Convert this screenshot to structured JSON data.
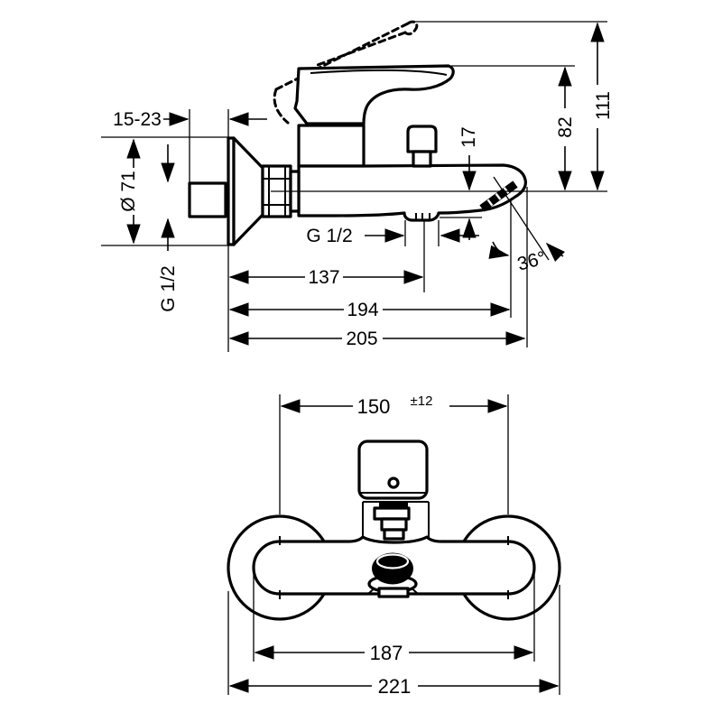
{
  "drawing": {
    "side_view": {
      "wall_depth": "15-23",
      "escutcheon_diameter": "Ø 71",
      "inlet_thread": "G 1/2",
      "outlet_thread": "G 1/2",
      "spout_drop": "17",
      "handle_height": "82",
      "total_height": "111",
      "shower_outlet_distance": "137",
      "spout_reach": "194",
      "total_reach": "205",
      "aerator_angle": "36°"
    },
    "front_view": {
      "connection_distance": "150",
      "connection_tolerance": "±12",
      "body_length": "187",
      "total_width": "221"
    },
    "colors": {
      "line": "#000000",
      "background": "#ffffff"
    }
  }
}
